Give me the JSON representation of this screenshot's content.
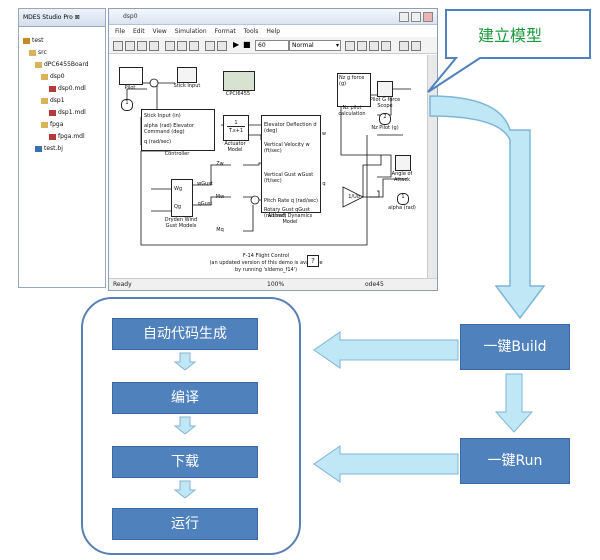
{
  "explorer": {
    "header": "MDES Studio Pro",
    "tree": [
      "test",
      "src",
      "dPC6455Board",
      "dsp0",
      "dsp0.mdl",
      "dsp1",
      "dsp1.mdl",
      "fpga",
      "fpga.mdl",
      "test.bj"
    ]
  },
  "simulink": {
    "title": "dsp0",
    "menu": [
      "File",
      "Edit",
      "View",
      "Simulation",
      "Format",
      "Tools",
      "Help"
    ],
    "stop_time": "60",
    "sim_mode": "Normal",
    "status_left": "Ready",
    "status_zoom": "100%",
    "status_solver": "ode45",
    "blocks": {
      "pilot": "Pilot",
      "stick_input": "Stick Input",
      "cpci": "CPCI6455",
      "nz_calc": "Nz pilot calculation",
      "nz_pilot_g_line": "Nz g force (g)",
      "pilot_g_scope": "Pilot G force Scope",
      "nz_pilot_out": "Nz Pilot (g)",
      "controller_in": [
        "Stick Input (in)",
        "alpha (rad) Elevator Command (deg)",
        "q (rad/sec)"
      ],
      "controller": "Controller",
      "actuator_tf_num": "1",
      "actuator_tf_den": "T.s+1",
      "actuator": "Actuator Model",
      "aircraft_ports": [
        "Elevator Deflection d (deg)",
        "Vertical Velocity w (ft/sec)",
        "Vertical Gust wGust (ft/sec)",
        "Pitch Rate q (rad/sec)",
        "Rotary Gust qGust (rad/sec)"
      ],
      "aircraft": "Aircraft Dynamics Model",
      "zw": "Zw",
      "mw": "Mw",
      "mq": "Mq",
      "wgust": "wGust",
      "qgust": "qGust",
      "wg": "Wg",
      "qg": "Qg",
      "dryden": "Dryden Wind Gust Models",
      "integrator": "1/Uo",
      "aoa": "Angle of Attack",
      "alpha_out": "alpha (rad)",
      "port_in": "1",
      "port_alpha": "1",
      "port_nz": "2",
      "sig_w": "w",
      "sig_q": "q",
      "footer1": "F-14 Flight Control",
      "footer2": "(an updated version of this demo is available",
      "footer3": "by running 'sldemo_f14')"
    }
  },
  "callout": {
    "text": "建立模型"
  },
  "flow": {
    "steps": [
      "自动代码生成",
      "编译",
      "下载",
      "运行"
    ],
    "build_button": "一键Build",
    "run_button": "一键Run"
  },
  "colors": {
    "step_fill": "#4f81bd",
    "arrow_fill": "#bfe7f5",
    "arrow_stroke": "#7fb6d6",
    "panel_border": "#5a7fb5",
    "callout_text": "#1b9a3c"
  }
}
